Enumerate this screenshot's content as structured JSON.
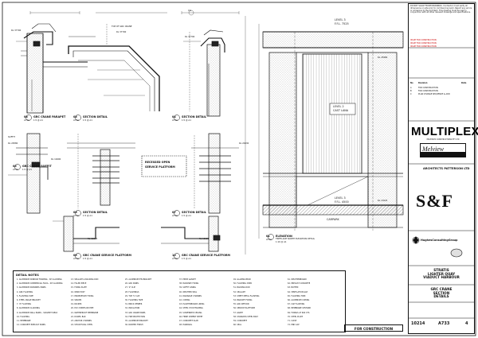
{
  "title_block": {
    "general_notes": "DO NOT SCALE FROM DRAWINGS. Contractor must verify all dimensions on site prior to commencing work. Report any errors or omissions to the Architect. This drawing must be read in conjunction with all other relevant drawings and specifications.",
    "issue_lines": [
      "ISSUE FOR CONSTRUCTION",
      "ISSUE FOR CONSTRUCTION",
      "ISSUE FOR CONSTRUCTION"
    ],
    "rev_header": {
      "no": "No",
      "revision": "Revision",
      "date": "Date"
    },
    "revisions": [
      {
        "no": "A",
        "text": "FOR CONSTRUCTION",
        "date": ""
      },
      {
        "no": "B",
        "text": "FOR CONSTRUCTION",
        "date": ""
      },
      {
        "no": "C",
        "text": "PLAN CHANGE SEQUENCE & ADD",
        "date": ""
      }
    ],
    "builder": "MULTIPLEX",
    "builder_sub": "MULTIPLEX CONSTRUCTIONS PTY LTD",
    "developer": "Melview",
    "architect": "ARCHITECTS PATTERSON LTD",
    "architect_logo": "S&F",
    "engineer": "HughesConsultingGroup",
    "project_lines": [
      "STRATIS",
      "LIGHTER QUAY",
      "VIADUCT HARBOUR"
    ],
    "drawing_title_lines": [
      "GRC CRANE",
      "SECTION",
      "DETAILS"
    ],
    "drawing_number": {
      "project": "10214",
      "sheet": "A733",
      "rev": "4"
    },
    "stamp": "FOR CONSTRUCTION"
  },
  "details": {
    "grc_crane_parapet": {
      "tag": "08",
      "ref": "A732",
      "title": "GRC CRANE PARAPET",
      "scale": "1:5 @ A1"
    },
    "section_detail_1": {
      "tag": "03",
      "ref": "A732",
      "title": "SECTION DETAIL",
      "scale": "1:5 @ A1"
    },
    "section_detail_2": {
      "tag": "04",
      "ref": "A732",
      "title": "SECTION DETAIL",
      "scale": "1:5 @ A1"
    },
    "grc_crane_soffit": {
      "tag": "05",
      "ref": "A732",
      "title": "GRC CRANE SOFFIT",
      "scale": "1:5 @ A1"
    },
    "section_detail_3": {
      "tag": "06",
      "ref": "A732",
      "title": "SECTION DETAIL",
      "scale": "1:5 @ A1"
    },
    "section_detail_4": {
      "tag": "07",
      "ref": "A732",
      "title": "SECTION DETAIL",
      "scale": "1:5 @ A1"
    },
    "service_platform": {
      "tag": "09",
      "ref": "A732",
      "title": "GRC CRANE SERVICE PLATFORM",
      "scale": "1:5 @ A1"
    },
    "service_platform_2": {
      "tag": "10",
      "ref": "A732",
      "title": "GRC CRANE SERVICE PLATFORM",
      "scale": "1:5 @ A1"
    },
    "elevation": {
      "tag": "01",
      "ref": "A732",
      "title": "ELEVATION",
      "subtitle": "TREFILADE NORTH ELEVATION DETAIL",
      "scale": "1:10 @ A1"
    }
  },
  "drawing_labels": {
    "recessed": [
      "RECESSED OPEN",
      "SERVICE PLATFORM"
    ],
    "level2": [
      "LEVEL 2",
      "CAST LANA"
    ],
    "level3_top": [
      "LEVEL 3",
      "F.F.L. 7525"
    ],
    "level3_lower": [
      "LEVEL 3",
      "F.F.L. 4500"
    ],
    "carpark": "CARPARK",
    "top_of_grc": "TOP OF GRC CRANE",
    "soffit": "SOFFIT",
    "rl_values": [
      "RL 37700",
      "RL 37700",
      "RL 37700",
      "RL 20580",
      "RL 20430",
      "RL 19400",
      "RL 18625",
      "RL 18625",
      "RL 17625",
      "RL 25980"
    ],
    "cl_mark": "C/L"
  },
  "detail_notes": {
    "heading": "DETAIL NOTES",
    "columns": [
      [
        "1. ALUMINIUM WINDOW FRAMING - SP CLADDING",
        "2. ALUMINIUM COMMERCIAL FACIA - SP CLADDING",
        "3. ALUMINIUM SPANDREL PANEL",
        "4. GRC FLASHING",
        "5. FLASHING TAPE",
        "6. STEEL ANGLE BRACKET",
        "7. 'Z' FLASHING",
        "8. ALUMINIUM CLADDING",
        "9. ALUMINIUM WALL PANEL - SOLVENT WELD",
        "10. FLASHING",
        "11. MEMBRANE",
        "12. CONCRETE PRECAST PANEL"
      ],
      [
        "13. SEALANT & BACKING ROD",
        "14. FILLER PIECE",
        "15. FIXING PLATE",
        "16. WIND POST",
        "17. PROPRIETARY FIXING",
        "18. SPACER",
        "19. PACKER",
        "20. PVC OVERFLOW PIPE",
        "21. WATERPROOF MEMBRANE",
        "22. DOWEL BAR",
        "23. ANCHOR CHANNEL",
        "24. STRUCTURAL STEEL"
      ],
      [
        "25. ALUMINIUM FIN BRACKET",
        "26. GRC PANEL",
        "27. 'Z' CLIP",
        "28. FLASHINGS",
        "29. TOP 'S' CLIP",
        "30. FLASHING TAPE",
        "31. BRICK VENEER",
        "32. INSULATION",
        "33. GRC CRANE PANEL",
        "34. FIRE PROTECTION",
        "35. ALUMINIUM BRACKET",
        "36. PAINTED FINISH"
      ],
      [
        "37. EPDM GASKET",
        "38. MASONRY FIXING",
        "39. SOFFIT LINING",
        "40. WEATHER SEAL",
        "41. DRAINAGE CHANNEL",
        "42. COPING",
        "43. PLASTERBOARD LINING",
        "44. STEEL STUD FRAMING",
        "45. SUSPENDED CEILING",
        "46. FIBRE CEMENT SHEET",
        "47. CONCRETE SLAB",
        "48. HANDRAIL"
      ],
      [
        "49. GLAZING BEAD",
        "50. FLASHING OVER",
        "51. BACKING ROD",
        "52. SEALANT",
        "53. SHEET METAL FLASHING",
        "54. BRACKET FIXING",
        "55. GRC RETURN",
        "56. SERVICE PLATFORM",
        "57. GRATE",
        "58. STAINLESS STEEL BOLT",
        "59. CONCRETE",
        "60. SEAL"
      ],
      [
        "61. WEATHERBOARD",
        "62. PRECAST CONCRETE",
        "63. BATTEN",
        "64. VENTILATION GAP",
        "65. FLASHING TRIM",
        "66. ALUMINIUM COPING",
        "67. CAP FLASHING",
        "68. MEMBRANE UPSTAND",
        "69. FIXINGS AT 600 CTS",
        "70. STEEL PLATE",
        "71. CLEAT",
        "72. END CAP"
      ]
    ]
  }
}
